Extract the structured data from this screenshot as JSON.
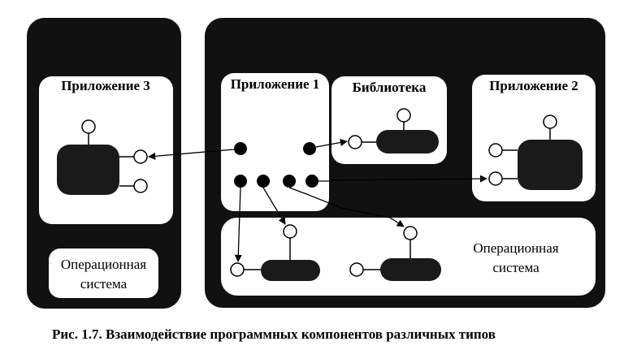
{
  "left_panel": {
    "app3": {
      "title": "Приложение 3"
    },
    "os": {
      "title_line1": "Операционная",
      "title_line2": "система"
    }
  },
  "right_panel": {
    "app1": {
      "title": "Приложение 1"
    },
    "library": {
      "title": "Библиотека"
    },
    "app2": {
      "title": "Приложение 2"
    },
    "os": {
      "title_line1": "Операционная",
      "title_line2": "система"
    }
  },
  "caption": {
    "prefix": "Рис. 1.7.",
    "text": "Взаимодействие программных компонентов различных типов"
  }
}
